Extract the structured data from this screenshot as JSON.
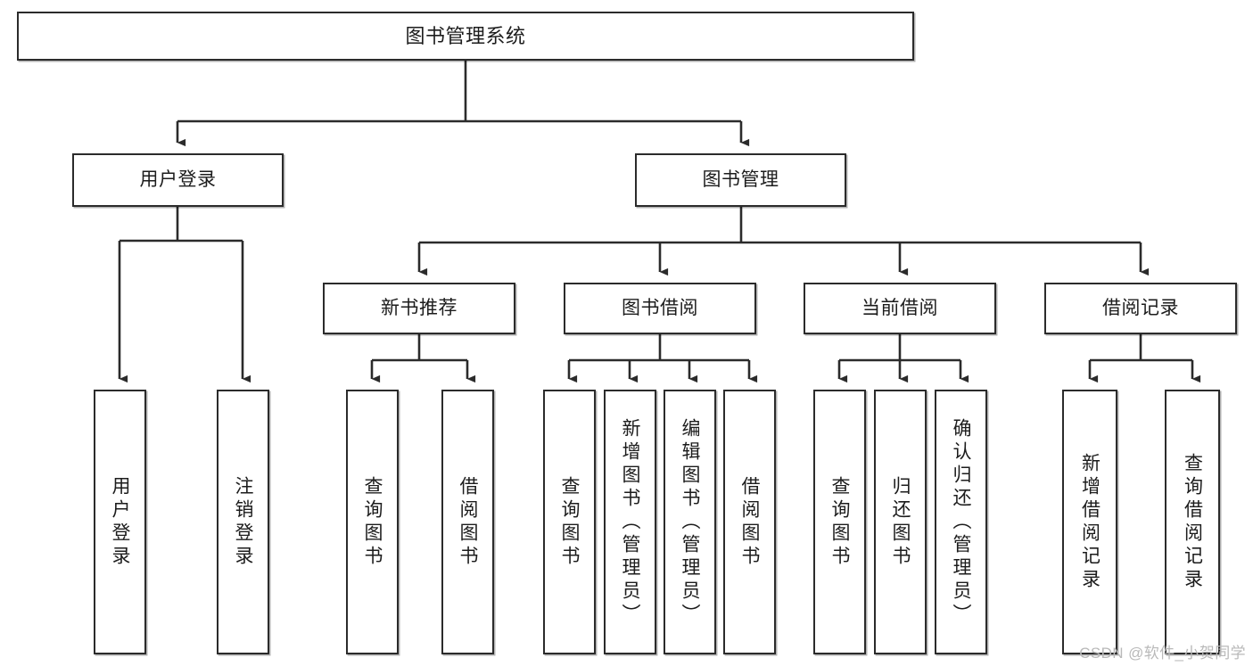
{
  "diagram": {
    "type": "hierarchy-tree",
    "title": "图书管理系统",
    "watermark": "CSDN @软件_小贺同学",
    "colors": {
      "box_border": "#2b2b2b",
      "box_fill": "#ffffff",
      "connector": "#2b2b2b",
      "text": "#1c1c1c",
      "watermark": "#b9b9b9"
    },
    "levels": {
      "root": {
        "label": "图书管理系统"
      },
      "level2": [
        {
          "label": "用户登录"
        },
        {
          "label": "图书管理"
        }
      ],
      "level3": [
        {
          "label": "新书推荐"
        },
        {
          "label": "图书借阅"
        },
        {
          "label": "当前借阅"
        },
        {
          "label": "借阅记录"
        }
      ],
      "leaves": {
        "user_login": [
          {
            "label": "用户登录"
          },
          {
            "label": "注销登录"
          }
        ],
        "new_book_recommend": [
          {
            "label": "查询图书"
          },
          {
            "label": "借阅图书"
          }
        ],
        "book_borrow": [
          {
            "label": "查询图书"
          },
          {
            "label": "新增图书（管理员）"
          },
          {
            "label": "编辑图书（管理员）"
          },
          {
            "label": "借阅图书"
          }
        ],
        "current_borrow": [
          {
            "label": "查询图书"
          },
          {
            "label": "归还图书"
          },
          {
            "label": "确认归还（管理员）"
          }
        ],
        "borrow_record": [
          {
            "label": "新增借阅记录"
          },
          {
            "label": "查询借阅记录"
          }
        ]
      }
    }
  }
}
